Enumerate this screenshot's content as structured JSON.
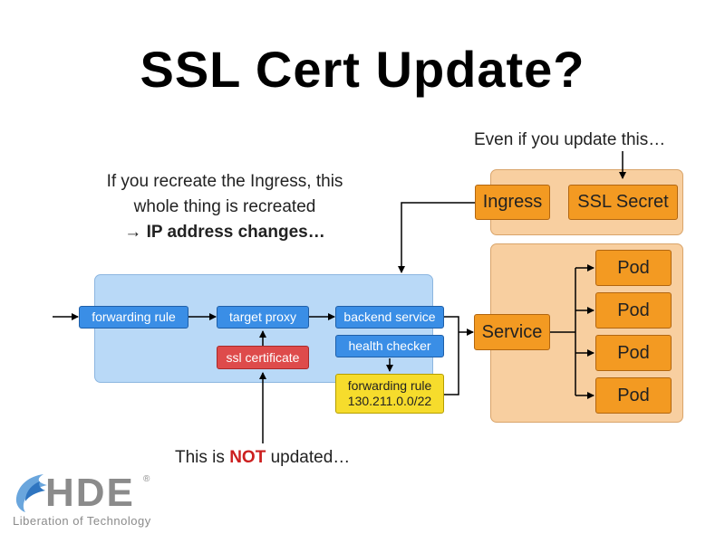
{
  "title": "SSL Cert Update?",
  "notes": {
    "top_right": "Even if you update this…",
    "left_line1": "If you recreate the Ingress, this",
    "left_line2": "whole thing is recreated",
    "left_line3_prefix": "→ ",
    "left_line3_bold": "IP address changes…",
    "bottom_prefix": "This is ",
    "bottom_highlight": "NOT",
    "bottom_suffix": " updated…"
  },
  "gcp": {
    "forwarding_rule": "forwarding rule",
    "target_proxy": "target proxy",
    "backend_service": "backend service",
    "health_checker": "health checker",
    "ssl_certificate": "ssl certificate",
    "forwarding_rule_ip_label": "forwarding rule",
    "forwarding_rule_ip": "130.211.0.0/22"
  },
  "k8s": {
    "ingress": "Ingress",
    "ssl_secret": "SSL Secret",
    "service": "Service",
    "pods": [
      "Pod",
      "Pod",
      "Pod",
      "Pod"
    ]
  },
  "logo": {
    "name": "HDE",
    "registered": "®",
    "tagline": "Liberation of Technology"
  },
  "colors": {
    "gcp_node": "#3a8ee6",
    "ssl_cert": "#de4b4b",
    "forwarding_ip": "#f6dc2c",
    "k8s_node": "#f39a22",
    "k8s_background": "#f8cfa0",
    "gcp_background": "#b9d9f7",
    "not_highlight": "#cc1f1f"
  }
}
